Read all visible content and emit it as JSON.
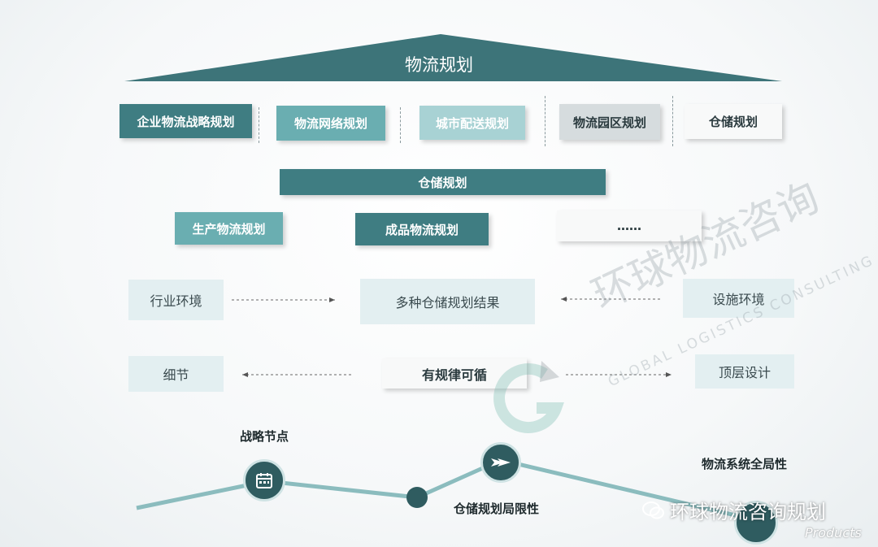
{
  "roof": {
    "title": "物流规划"
  },
  "top_row": [
    {
      "label": "企业物流战略规划"
    },
    {
      "label": "物流网络规划"
    },
    {
      "label": "城市配送规划"
    },
    {
      "label": "物流园区规划"
    },
    {
      "label": "仓储规划"
    }
  ],
  "focus": {
    "label": "仓储规划"
  },
  "sub_row": [
    {
      "label": "生产物流规划"
    },
    {
      "label": "成品物流规划"
    },
    {
      "label": "……"
    }
  ],
  "middle": {
    "left_top": "行业环境",
    "center_top": "多种仓储规划结果",
    "right_top": "设施环境",
    "left_bottom": "细节",
    "center_bottom": "有规律可循",
    "right_bottom": "顶层设计"
  },
  "timeline": {
    "node1_label": "战略节点",
    "node2_label": "仓储规划局限性",
    "node3_label": "物流系统全局性",
    "node1_icon": "calendar-icon",
    "node2_icon": "arrow-right-icon"
  },
  "watermark": {
    "brand_cn": "环球物流咨询",
    "brand_en": "GLOBAL LOGISTICS CONSULTING",
    "wechat_name": "环球物流咨询规划",
    "corner": "Products"
  },
  "colors": {
    "dark": "#3f7d82",
    "mid": "#6aaeb1",
    "light": "#a8d2d4",
    "grey": "#d6dcde"
  }
}
